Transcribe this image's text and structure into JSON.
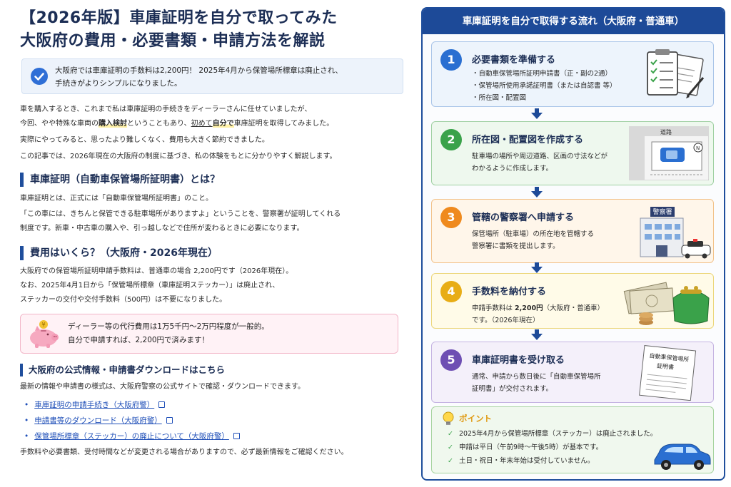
{
  "article": {
    "title_line1": "【2026年版】車庫証明を自分で取ってみた",
    "title_line2": "大阪府の費用・必要書類・申請方法を解説",
    "notice_line1": "大阪府では車庫証明の手数料は2,200円！ 2025年4月から保管場所標章は廃止され、",
    "notice_line2": "手続きがよりシンプルになりました。",
    "intro": {
      "l1": "車を購入するとき、これまで私は車庫証明の手続きをディーラーさんに任せていましたが、",
      "l2_a": "今回、やや特殊な車両の",
      "l2_b": "購入検討",
      "l2_c": "ということもあり、",
      "l2_d": "初めて",
      "l2_e": "自分で",
      "l2_f": "車庫証明を取得してみました。",
      "l3": "実際にやってみると、思ったより難しくなく、費用も大きく節約できました。",
      "l4": "この記事では、2026年現在の大阪府の制度に基づき、私の体験をもとに分かりやすく解説します。"
    },
    "sec1": {
      "heading": "車庫証明（自動車保管場所証明書）とは？",
      "l1": "車庫証明とは、正式には「自動車保管場所証明書」のこと。",
      "l2": "「この車には、きちんと保管できる駐車場所がありますよ」ということを、警察署が証明してくれる",
      "l3": "制度です。新車・中古車の購入や、引っ越しなどで住所が変わるときに必要になります。"
    },
    "sec2": {
      "heading": "費用はいくら？（大阪府・2026年現在）",
      "l1": "大阪府での保管場所証明申請手数料は、普通車の場合 2,200円です（2026年現在）。",
      "l2": "なお、2025年4月1日から「保管場所標章（車庫証明ステッカー）」は廃止され、",
      "l3": "ステッカーの交付や交付手数料（500円）は不要になりました。",
      "tip1": "ディーラー等の代行費用は1万5千円〜2万円程度が一般的。",
      "tip2": "自分で申請すれば、2,200円で済みます！"
    },
    "sec3": {
      "heading": "大阪府の公式情報・申請書ダウンロードはこちら",
      "l1": "最新の情報や申請書の様式は、大阪府警察の公式サイトで確認・ダウンロードできます。",
      "links": [
        "車庫証明の申請手続き（大阪府警）",
        "申請書等のダウンロード（大阪府警）",
        "保管場所標章（ステッカー）の廃止について（大阪府警）"
      ],
      "footer": "手数料や必要書類、受付時間などが変更される場合がありますので、必ず最新情報をご確認ください。"
    }
  },
  "flow": {
    "heading": "車庫証明を自分で取得する流れ（大阪府・普通車）",
    "steps": [
      {
        "num": "1",
        "title": "必要書類を準備する",
        "lines": [
          "・自動車保管場所証明申請書（正・副の2通）",
          "・保管場所使用承諾証明書（または自認書 等）",
          "・所在図・配置図"
        ]
      },
      {
        "num": "2",
        "title": "所在図・配置図を作成する",
        "lines": [
          "駐車場の場所や周辺道路、区画の寸法などが",
          "わかるように作成します。"
        ],
        "map_label": "道路",
        "north": "N"
      },
      {
        "num": "3",
        "title": "管轄の警察署へ申請する",
        "lines": [
          "保管場所（駐車場）の所在地を管轄する",
          "警察署に書類を提出します。"
        ],
        "sign": "警察署"
      },
      {
        "num": "4",
        "title": "手数料を納付する",
        "line1_a": "申請手数料は ",
        "line1_b": "2,200円",
        "line1_c": "（大阪府・普通車）",
        "line2": "です。（2026年現在）"
      },
      {
        "num": "5",
        "title": "車庫証明書を受け取る",
        "lines": [
          "通常、申請から数日後に「自動車保管場所",
          "証明書」が交付されます。"
        ],
        "doc_l1": "自動車保管場所",
        "doc_l2": "証明書"
      }
    ],
    "point": {
      "title": "ポイント",
      "items": [
        "2025年4月から保管場所標章（ステッカー）は廃止されました。",
        "申請は平日（午前9時〜午後5時）が基本です。",
        "土日・祝日・年末年始は受付していません。"
      ]
    }
  },
  "colors": {
    "navy": "#1d4a98",
    "step1": "#2a6fd1",
    "step2": "#3aa24a",
    "step3": "#ef8a1e",
    "step4": "#e8ad16",
    "step5": "#6e4fb3"
  },
  "icons": [
    "check-circle-icon",
    "piggy-bank-icon",
    "external-link-icon",
    "clipboard-checklist-icon",
    "parking-map-icon",
    "police-station-icon",
    "money-wallet-icon",
    "certificate-document-icon",
    "lightbulb-icon",
    "blue-car-icon"
  ]
}
